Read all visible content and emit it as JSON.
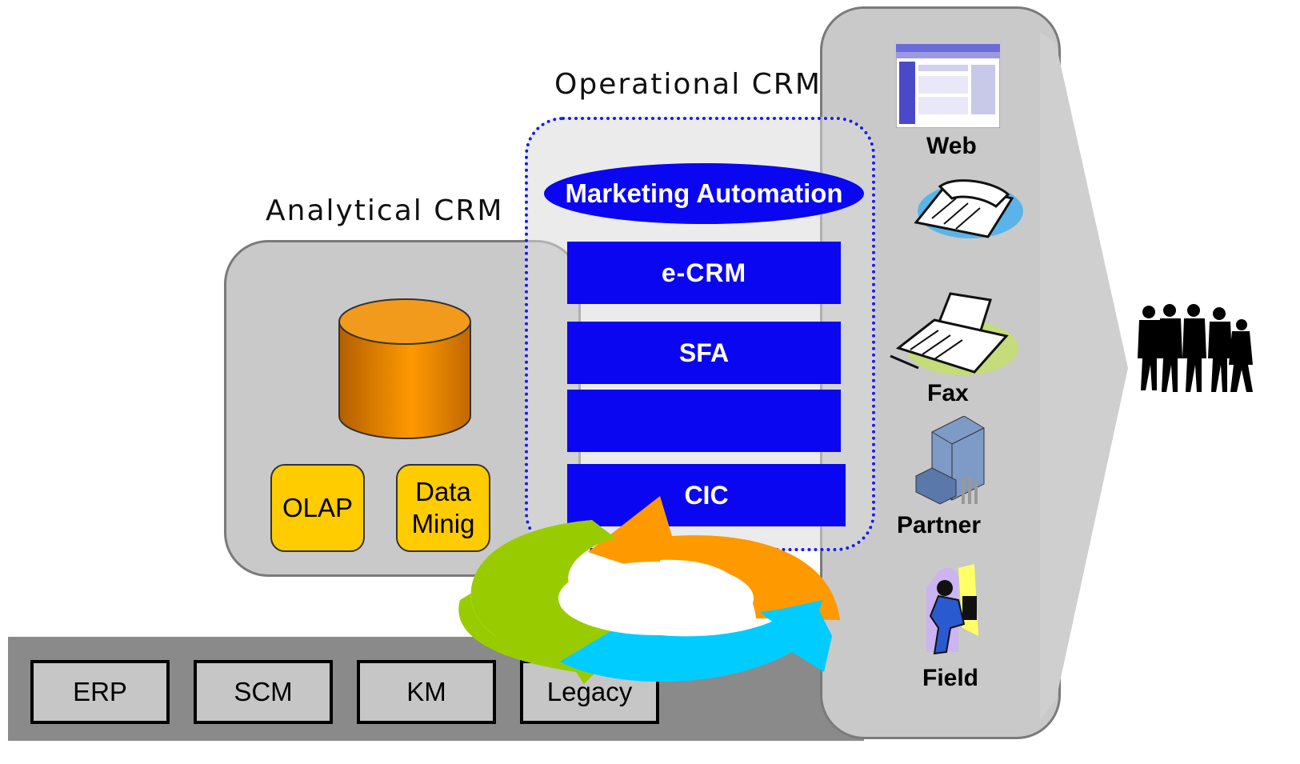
{
  "analytical": {
    "title": "Analytical CRM",
    "olap_label": "OLAP",
    "datamining_label": "Data\nMinig"
  },
  "operational": {
    "title": "Operational CRM",
    "marketing_label": "Marketing Automation",
    "ecrm_label": "e-CRM",
    "sfa_label": "SFA",
    "blank_label": "",
    "cic_label": "CIC"
  },
  "backend": {
    "systems": [
      "ERP",
      "SCM",
      "KM",
      "Legacy"
    ]
  },
  "channels": {
    "web": "Web",
    "phone": "",
    "fax": "Fax",
    "partner": "Partner",
    "field": "Field"
  },
  "colors": {
    "blue": "#0a06f2",
    "orange": "#ff9900",
    "green": "#99cc00",
    "cyan": "#00ccff",
    "yellow": "#ffcc00",
    "gray_panel": "#c9c9c9",
    "dark_bar": "#8a8a8a"
  },
  "icons": [
    "database-cylinder-icon",
    "web-browser-icon",
    "telephone-icon",
    "fax-icon",
    "partner-building-icon",
    "field-worker-icon",
    "customers-icon",
    "cycle-arrows-icon"
  ]
}
